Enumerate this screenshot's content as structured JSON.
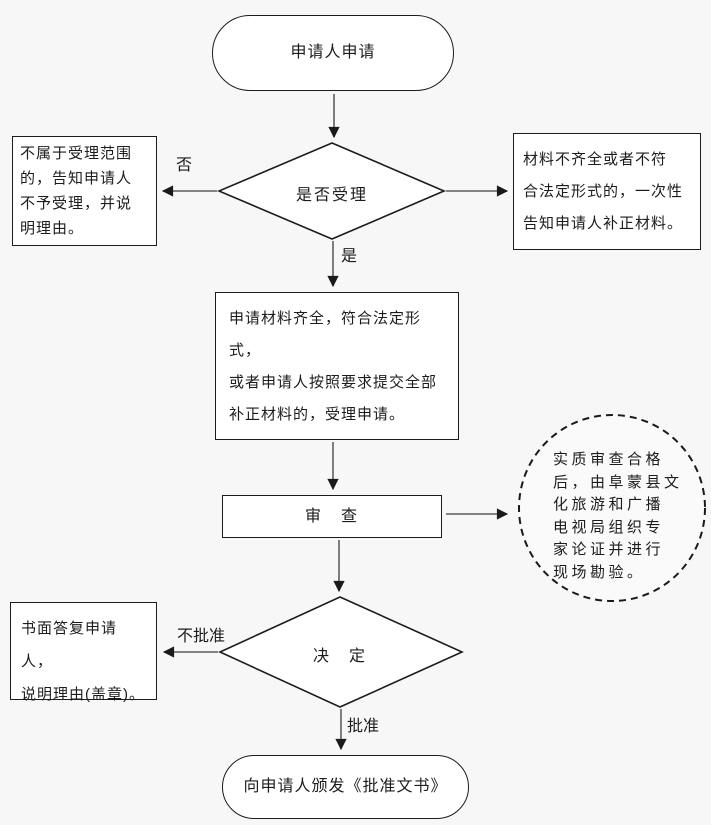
{
  "flowchart": {
    "colors": {
      "background": "#f7f7f7",
      "node_fill": "#ffffff",
      "node_border": "#1c1c1c",
      "connector": "#5f5f5f",
      "arrowhead": "#1a1a1a"
    },
    "nodes": {
      "start": "申请人申请",
      "accept_question": "是否受理",
      "reject_notice": "不属于受理范围\n的，告知申请人\n不予受理，并说\n明理由。",
      "supplement_notice": "材料不齐全或者不符\n合法定形式的，一次性\n告知申请人补正材料。",
      "accept_process": "申请材料齐全，符合法定形式，\n或者申请人按照要求提交全部\n补正材料的，受理申请。",
      "review": "审　查",
      "expert_note": "实质审查合格\n后，由阜蒙县文\n化旅游和广播\n电视局组织专\n家论证并进行\n现场勘验。",
      "decision": "决　定",
      "written_reply": "书面答复申请人，\n说明理由(盖章)。",
      "end": "向申请人颁发《批准文书》"
    },
    "edge_labels": {
      "no": "否",
      "yes": "是",
      "approve": "批准",
      "disapprove": "不批准"
    }
  }
}
